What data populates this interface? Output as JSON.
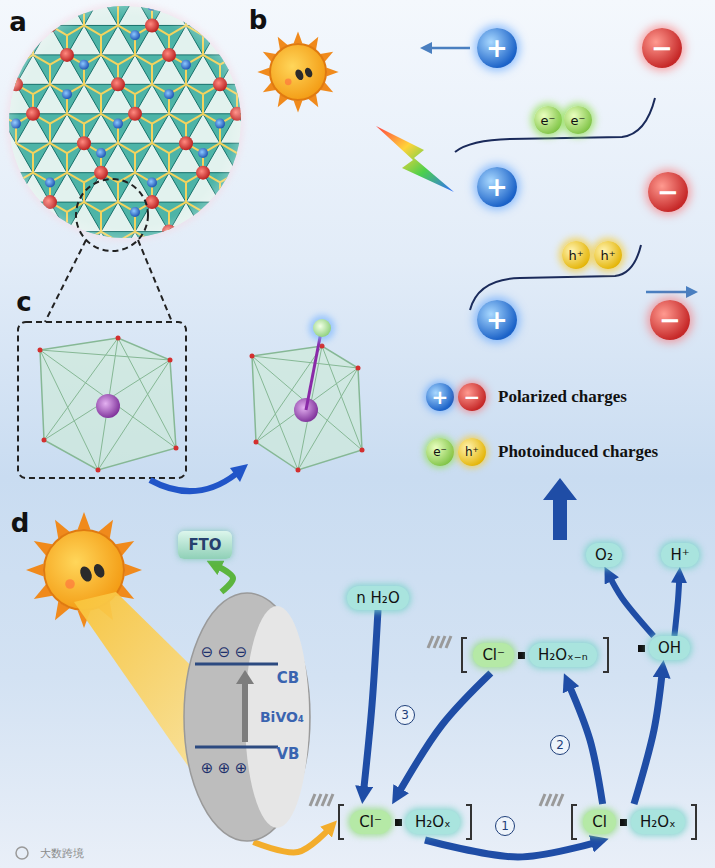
{
  "diagram": {
    "nodes": [
      {
        "text": [
          "+"
        ]
      },
      {
        "text": [
          "−"
        ]
      },
      {
        "text": [
          "e⁻"
        ]
      },
      {
        "text": [
          "e⁻"
        ]
      },
      {
        "text": [
          "+"
        ]
      },
      {
        "text": [
          "−"
        ]
      },
      {
        "text": [
          "h⁺"
        ]
      },
      {
        "text": [
          "h⁺"
        ]
      },
      {
        "text": [
          "+"
        ]
      },
      {
        "text": [
          "−"
        ]
      },
      {
        "text": [
          "FTO"
        ]
      },
      {
        "text": [
          "BiVO₄"
        ]
      },
      {
        "text": [
          "n H₂O"
        ]
      },
      {
        "text": [
          "Cl⁻",
          "H₂Oₓ₋ₙ"
        ]
      },
      {
        "text": [
          "O₂"
        ]
      },
      {
        "text": [
          "H⁺"
        ]
      },
      {
        "text": [
          "OH"
        ]
      },
      {
        "text": [
          "Cl⁻",
          "H₂Oₓ"
        ]
      },
      {
        "text": [
          "Cl",
          "H₂Oₓ"
        ]
      }
    ],
    "edges": [
      {
        "from": 11,
        "to": 10,
        "arrow": "to"
      },
      {
        "from": 11,
        "to": 17,
        "arrow": "to"
      },
      {
        "from": 17,
        "to": 18,
        "arrow": "to",
        "label": "1"
      },
      {
        "from": 18,
        "to": 13,
        "arrow": "to",
        "label": "2"
      },
      {
        "from": 18,
        "to": 16,
        "arrow": "to"
      },
      {
        "from": 13,
        "to": 17,
        "arrow": "to",
        "label": "3"
      },
      {
        "from": 12,
        "to": 17,
        "arrow": "to"
      },
      {
        "from": 16,
        "to": 14,
        "arrow": "to"
      },
      {
        "from": 16,
        "to": 15,
        "arrow": "to"
      }
    ],
    "labels": [
      "a",
      "b",
      "c",
      "d",
      "+",
      "−",
      "e⁻",
      "h⁺",
      "⊖",
      "⊖",
      "⊖",
      "CB",
      "⊕",
      "⊕",
      "⊕",
      "VB",
      "大数跨境"
    ],
    "legend": [
      {
        "text": "Polarized charges"
      },
      {
        "text": "Photoinduced charges"
      }
    ]
  }
}
